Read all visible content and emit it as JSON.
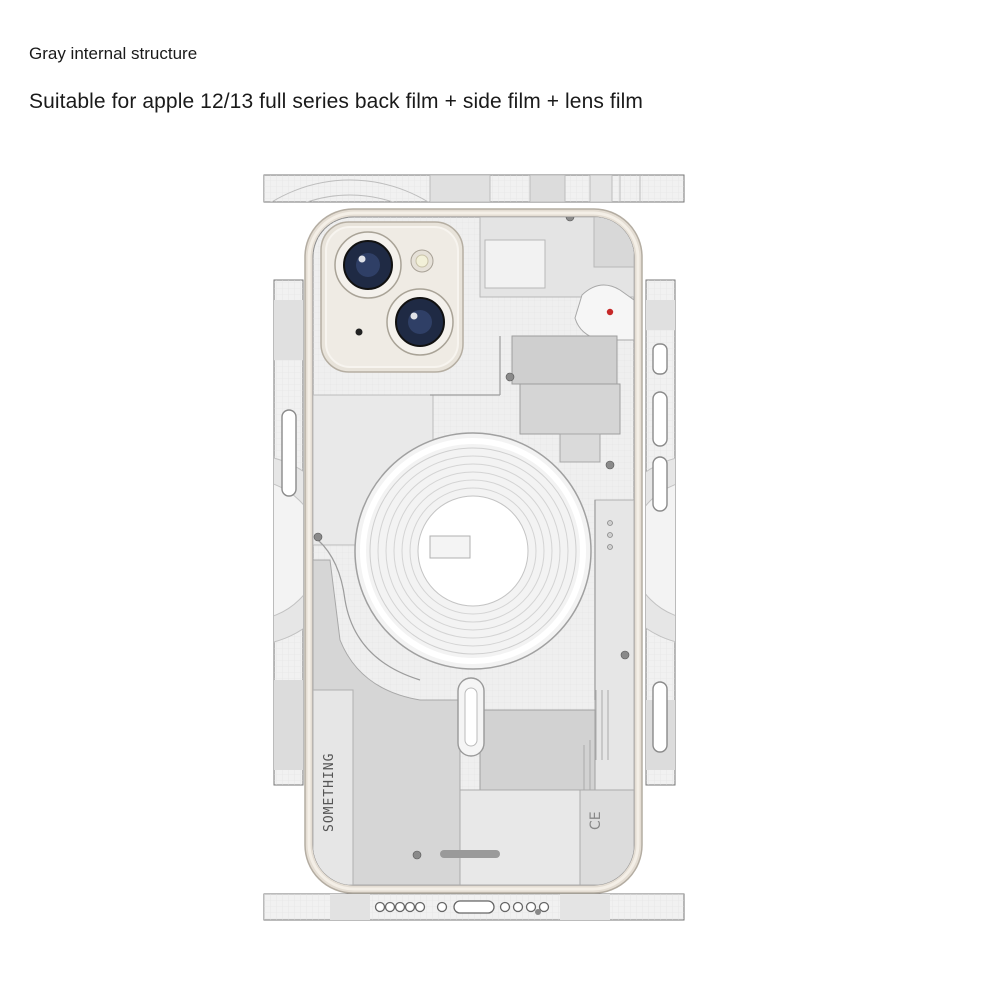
{
  "caption": {
    "subtitle": "Gray internal structure",
    "title": "Suitable for apple 12/13 full series back film + side film + lens film"
  },
  "product": {
    "brand_print": "SOMETHING"
  },
  "colors": {
    "film_base": "#eeeeee",
    "film_panel": "#d9d9d9",
    "film_line": "#9a9a9a",
    "frame": "#e4ddd3",
    "lens": "#1f2a44",
    "flash": "#f2f0d8",
    "dot_red": "#c62828"
  }
}
